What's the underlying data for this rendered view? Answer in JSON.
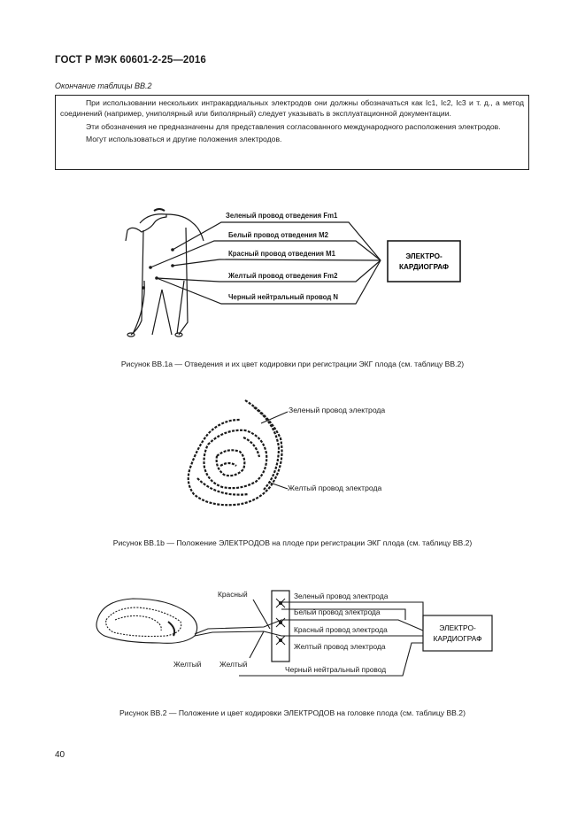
{
  "header": {
    "standard": "ГОСТ Р МЭК 60601-2-25—2016"
  },
  "table_caption": "Окончание таблицы ВВ.2",
  "note": {
    "paragraphs": [
      "При использовании нескольких интракардиальных электродов они должны обозначаться как Ic1, Ic2, Ic3 и т. д., а метод соединений (например, униполярный или биполярный) следует указывать в эксплуатационной документации.",
      "Эти обозначения не предназначены для представления согласованного международного расположения электродов.",
      "Могут использоваться и другие положения электродов."
    ]
  },
  "figure1": {
    "leads": [
      "Зеленый провод отведения Fm1",
      "Белый провод отведения M2",
      "Красный провод отведения M1",
      "Желтый провод отведения Fm2",
      "Черный нейтральный провод N"
    ],
    "device_line1": "ЭЛЕКТРО-",
    "device_line2": "КАРДИОГРАФ",
    "caption": "Рисунок ВВ.1а — Отведения и их цвет кодировки при регистрации ЭКГ плода (см. таблицу ВВ.2)"
  },
  "figure2": {
    "green": "Зеленый провод электрода",
    "yellow": "Желтый провод электрода",
    "caption": "Рисунок ВВ.1b — Положение ЭЛЕКТРОДОВ на плоде при регистрации ЭКГ плода (см. таблицу ВВ.2)"
  },
  "figure3": {
    "red_label": "Красный",
    "yellow_label_left": "Желтый",
    "yellow_label_right": "Желтый",
    "wires": [
      "Зеленый провод электрода",
      "Белый провод электрода",
      "Красный провод электрода",
      "Желтый провод электрода",
      "Черный нейтральный провод"
    ],
    "device_line1": "ЭЛЕКТРО-",
    "device_line2": "КАРДИОГРАФ",
    "caption": "Рисунок ВВ.2 — Положение и цвет кодировки ЭЛЕКТРОДОВ на головке плода (см. таблицу ВВ.2)"
  },
  "page_number": "40"
}
